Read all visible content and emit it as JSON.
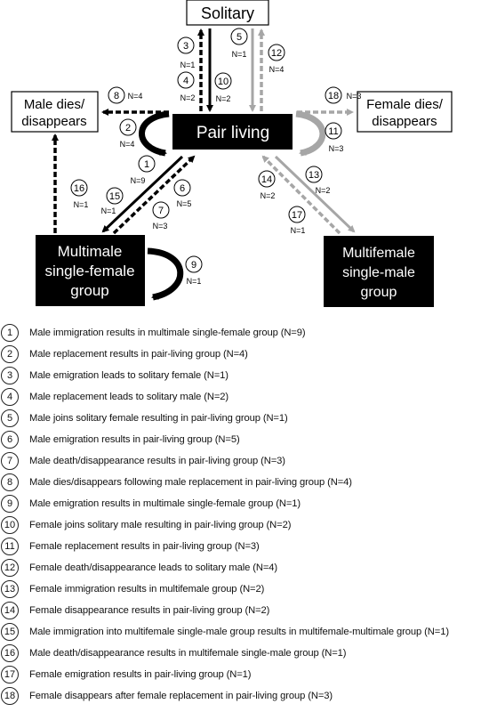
{
  "boxes": {
    "solitary": "Solitary",
    "pair_living": "Pair living",
    "male_dies_line1": "Male dies/",
    "male_dies_line2": "disappears",
    "female_dies_line1": "Female dies/",
    "female_dies_line2": "disappears",
    "multimale_line1": "Multimale",
    "multimale_line2": "single-female",
    "multimale_line3": "group",
    "multifemale_line1": "Multifemale",
    "multifemale_line2": "single-male",
    "multifemale_line3": "group"
  },
  "arrow_labels": {
    "a1": {
      "num": "1",
      "n": "N=9"
    },
    "a2": {
      "num": "2",
      "n": "N=4"
    },
    "a3": {
      "num": "3",
      "n": "N=1"
    },
    "a4": {
      "num": "4",
      "n": "N=2"
    },
    "a5": {
      "num": "5",
      "n": "N=1"
    },
    "a6": {
      "num": "6",
      "n": "N=5"
    },
    "a7": {
      "num": "7",
      "n": "N=3"
    },
    "a8": {
      "num": "8",
      "n": "N=4"
    },
    "a9": {
      "num": "9",
      "n": "N=1"
    },
    "a10": {
      "num": "10",
      "n": "N=2"
    },
    "a11": {
      "num": "11",
      "n": "N=3"
    },
    "a12": {
      "num": "12",
      "n": "N=4"
    },
    "a13": {
      "num": "13",
      "n": "N=2"
    },
    "a14": {
      "num": "14",
      "n": "N=2"
    },
    "a15": {
      "num": "15",
      "n": "N=1"
    },
    "a16": {
      "num": "16",
      "n": "N=1"
    },
    "a17": {
      "num": "17",
      "n": "N=1"
    },
    "a18": {
      "num": "18",
      "n": "N=3"
    }
  },
  "legend": [
    {
      "num": "1",
      "text": "Male immigration results in multimale single-female group (N=9)"
    },
    {
      "num": "2",
      "text": "Male replacement results in pair-living group (N=4)"
    },
    {
      "num": "3",
      "text": "Male emigration leads to solitary female (N=1)"
    },
    {
      "num": "4",
      "text": "Male replacement leads to solitary male (N=2)"
    },
    {
      "num": "5",
      "text": "Male joins solitary female resulting in pair-living group (N=1)"
    },
    {
      "num": "6",
      "text": "Male emigration results in pair-living group (N=5)"
    },
    {
      "num": "7",
      "text": "Male death/disappearance results in pair-living group (N=3)"
    },
    {
      "num": "8",
      "text": "Male dies/disappears following male replacement in pair-living group (N=4)"
    },
    {
      "num": "9",
      "text": "Male emigration results in multimale single-female group (N=1)"
    },
    {
      "num": "10",
      "text": "Female joins solitary male resulting in pair-living group (N=2)"
    },
    {
      "num": "11",
      "text": "Female replacement results in pair-living group (N=3)"
    },
    {
      "num": "12",
      "text": "Female death/disappearance leads to solitary male (N=4)"
    },
    {
      "num": "13",
      "text": "Female immigration results in multifemale group (N=2)"
    },
    {
      "num": "14",
      "text": "Female disappearance results in pair-living group (N=2)"
    },
    {
      "num": "15",
      "text": "Male immigration into multifemale single-male group results in multifemale-multimale group (N=1)"
    },
    {
      "num": "16",
      "text": "Male death/disappearance results in multifemale single-male group (N=1)"
    },
    {
      "num": "17",
      "text": "Female emigration results in pair-living group (N=1)"
    },
    {
      "num": "18",
      "text": "Female disappears after female replacement in pair-living group (N=3)"
    }
  ]
}
